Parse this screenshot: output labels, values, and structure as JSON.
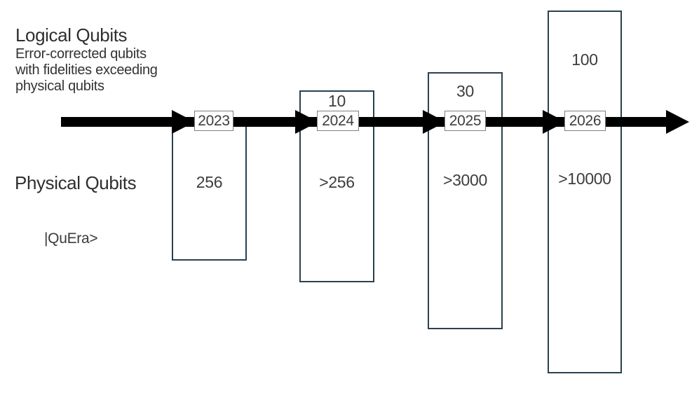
{
  "header": {
    "title": "Logical Qubits",
    "subtitle_lines": [
      "Error-corrected qubits",
      "with fidelities exceeding",
      "physical qubits"
    ]
  },
  "labels": {
    "physical_qubits": "Physical Qubits",
    "brand": "|QuEra>"
  },
  "milestones": [
    {
      "year": "2023",
      "logical_qubits": "",
      "physical_qubits": "256"
    },
    {
      "year": "2024",
      "logical_qubits": "10",
      "physical_qubits": ">256"
    },
    {
      "year": "2025",
      "logical_qubits": "30",
      "physical_qubits": ">3000"
    },
    {
      "year": "2026",
      "logical_qubits": "100",
      "physical_qubits": ">10000"
    }
  ],
  "colors": {
    "arrow": "#000000",
    "milestone_box_border": "#2a4150",
    "year_badge_border": "#7f7f7f",
    "text": "#333333",
    "background": "#ffffff"
  }
}
